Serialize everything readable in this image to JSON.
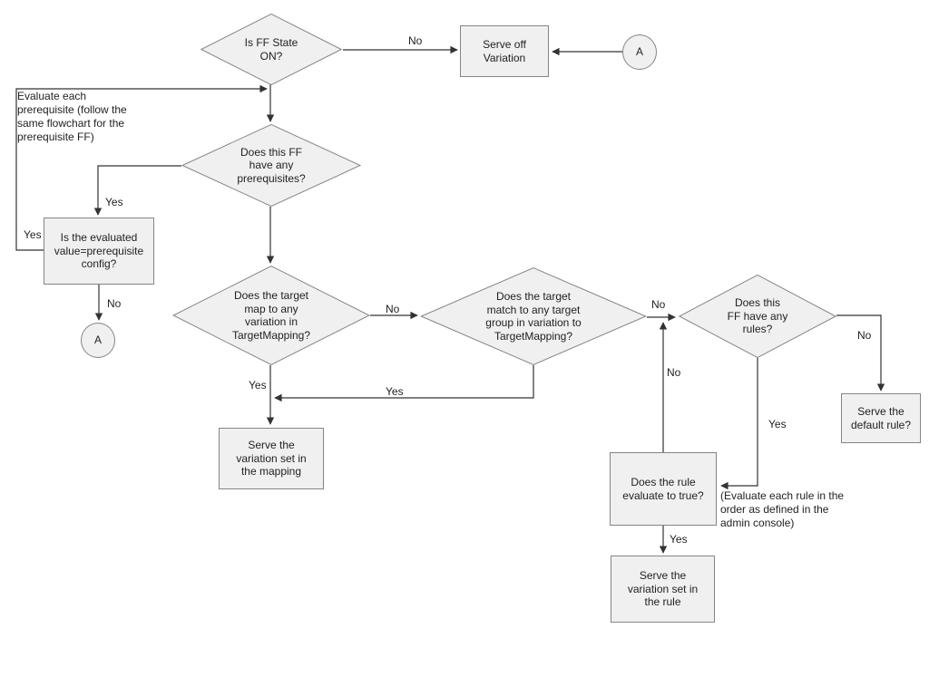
{
  "colors": {
    "background": "#ffffff",
    "node_fill": "#f0f0f0",
    "node_stroke": "#858585",
    "connector": "#333333",
    "text": "#1f1f1f"
  },
  "nodes": {
    "is_ff_state_on": {
      "label": "Is FF State\nON?"
    },
    "serve_off_variation": {
      "label": "Serve off\nVariation"
    },
    "connector_a_top": {
      "label": "A"
    },
    "has_prerequisites": {
      "label": "Does this FF\nhave any\nprerequisites?"
    },
    "evaluated_value_config": {
      "label": "Is the evaluated\nvalue=prerequisite\nconfig?"
    },
    "connector_a_left": {
      "label": "A"
    },
    "target_map_variation": {
      "label": "Does the target\nmap to any\nvariation in\nTargetMapping?"
    },
    "target_match_group": {
      "label": "Does the target\nmatch to any target\ngroup in variation to\nTargetMapping?"
    },
    "has_rules": {
      "label": "Does this\nFF have any\nrules?"
    },
    "serve_default_rule": {
      "label": "Serve the\ndefault rule?"
    },
    "rule_evaluates_true": {
      "label": "Does the rule\nevaluate to true?"
    },
    "serve_variation_rule": {
      "label": "Serve the\nvariation set in\nthe rule"
    },
    "serve_variation_mapping": {
      "label": "Serve the\nvariation set in\nthe mapping"
    }
  },
  "notes": {
    "prerequisite_note": "Evaluate each\nprerequisite (follow the\nsame flowchart for the\nprerequisite FF)",
    "rule_order_note": "(Evaluate each rule in the\norder as defined in the\nadmin console)"
  },
  "edge_labels": {
    "ff_state_no": "No",
    "prereq_loop_yes": "Yes",
    "prereq_yes": "Yes",
    "evaluated_no": "No",
    "map_no": "No",
    "map_yes": "Yes",
    "match_yes": "Yes",
    "match_no": "No",
    "rule_eval_no": "No",
    "rules_no": "No",
    "rules_yes": "Yes",
    "rule_eval_yes": "Yes"
  }
}
